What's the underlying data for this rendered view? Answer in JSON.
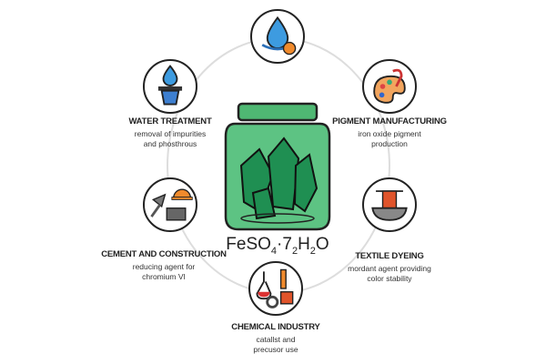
{
  "center": {
    "formula_parts": [
      "FeSO",
      "4",
      "·7",
      "2",
      "H",
      "2",
      "O"
    ],
    "colors": {
      "jar": "#4fb873",
      "crystal": "#1f8f52"
    }
  },
  "applications": [
    {
      "title": "WATER TREATMENT",
      "desc": [
        "removal of impurities",
        "and phosthrous"
      ],
      "icon": "water-filter-icon"
    },
    {
      "title": "PIGMENT MANUFACTURING",
      "desc": [
        "iron oxide pigment",
        "production"
      ],
      "icon": "paint-palette-icon"
    },
    {
      "title": "CEMENT AND CONSTRUCTION",
      "desc": [
        "reducing agent for",
        "chromium VI"
      ],
      "icon": "construction-icon"
    },
    {
      "title": "TEXTILE DYEING",
      "desc": [
        "mordant agent providing",
        "color stability"
      ],
      "icon": "dye-bath-icon"
    },
    {
      "title": "CHEMICAL INDUSTRY",
      "desc": [
        "catallst and",
        "precusor use"
      ],
      "icon": "lab-flask-icon"
    }
  ],
  "top_icon": "water-drop-icon"
}
